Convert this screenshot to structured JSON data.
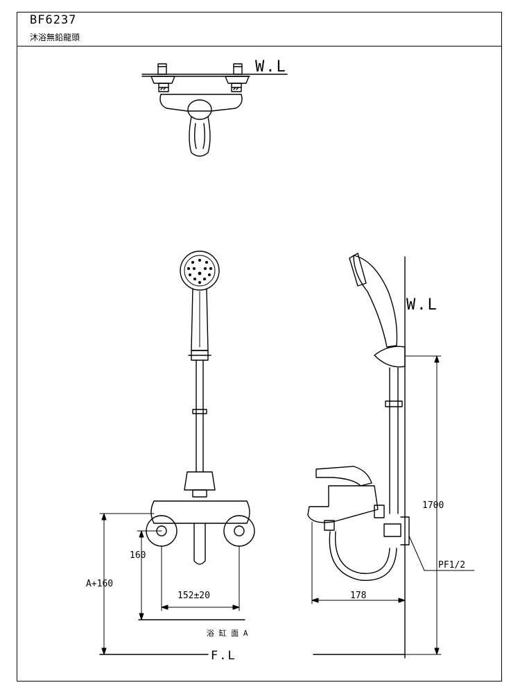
{
  "header": {
    "model": "BF6237",
    "subtitle": "沐浴無鉛龍頭"
  },
  "labels": {
    "wl_top": "W.L",
    "wl_side": "W.L",
    "dim_1700": "1700",
    "dim_pf": "PF1/2",
    "dim_160": "160",
    "dim_a160": "A+160",
    "dim_152": "152±20",
    "dim_178": "178",
    "tub_surface": "浴 缸 面 A",
    "floor": "F.L"
  }
}
